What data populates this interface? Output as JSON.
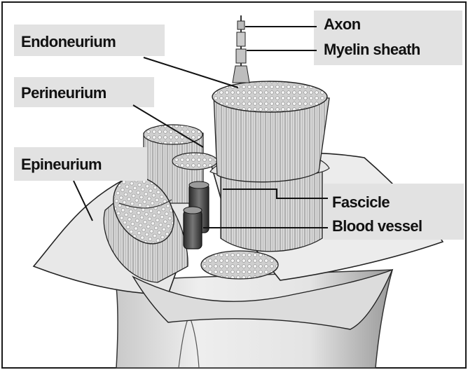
{
  "labels": {
    "endoneurium": "Endoneurium",
    "perineurium": "Perineurium",
    "epineurium": "Epineurium",
    "axon": "Axon",
    "myelin_sheath": "Myelin sheath",
    "fascicle": "Fascicle",
    "blood_vessel": "Blood vessel"
  },
  "colors": {
    "label_box": "#e2e2e2",
    "outline": "#1a1a1a",
    "tissue_light": "#f0f0f0",
    "tissue_mid": "#c8c8c8",
    "tissue_dark": "#5a5a5a"
  }
}
